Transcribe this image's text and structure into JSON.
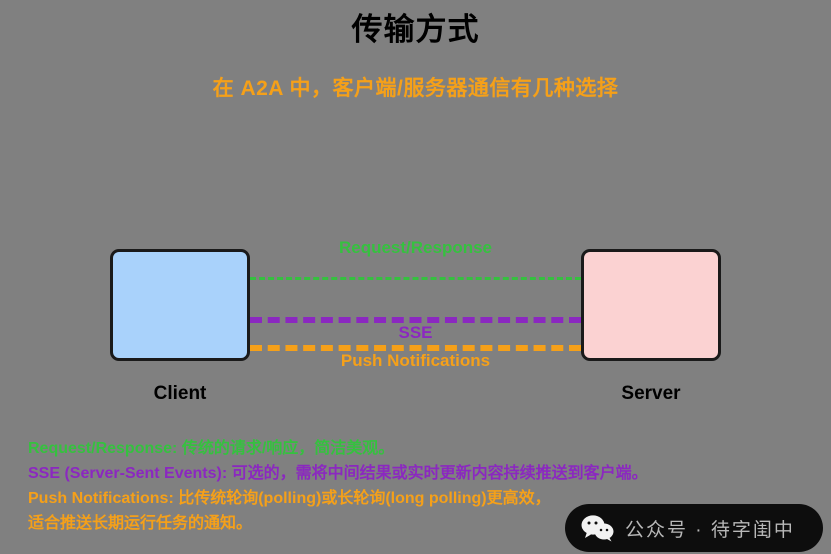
{
  "slide": {
    "background_color": "#808080",
    "title": "传输方式",
    "subtitle": "在 A2A 中，客户端/服务器通信有几种选择"
  },
  "diagram": {
    "nodes": [
      {
        "id": "client",
        "label": "Client",
        "fill_color": "#a9d2fb"
      },
      {
        "id": "server",
        "label": "Server",
        "fill_color": "#fbd2d2"
      }
    ],
    "connections": [
      {
        "id": "request-response",
        "label": "Request/Response",
        "color": "#35c13f",
        "style": "dashed"
      },
      {
        "id": "sse",
        "label": "SSE",
        "color": "#8b28c0",
        "style": "dashed"
      },
      {
        "id": "push",
        "label": "Push Notifications",
        "color": "#f5a019",
        "style": "dashed"
      }
    ]
  },
  "notes": [
    {
      "text": "Request/Response: 传统的请求/响应，简洁美观。",
      "color": "#35c13f"
    },
    {
      "text": "SSE (Server-Sent Events): 可选的，需将中间结果或实时更新内容持续推送到客户端。",
      "color": "#8b28c0"
    },
    {
      "text": "Push Notifications: 比传统轮询(polling)或长轮询(long polling)更高效，",
      "color": "#f5a019"
    },
    {
      "text": "适合推送长期运行任务的通知。",
      "color": "#f5a019"
    }
  ],
  "watermark": {
    "icon": "wechat-icon",
    "text": "公众号 · 待字闺中",
    "background_color": "#0d0d0d",
    "text_color": "#b8b8b8"
  }
}
